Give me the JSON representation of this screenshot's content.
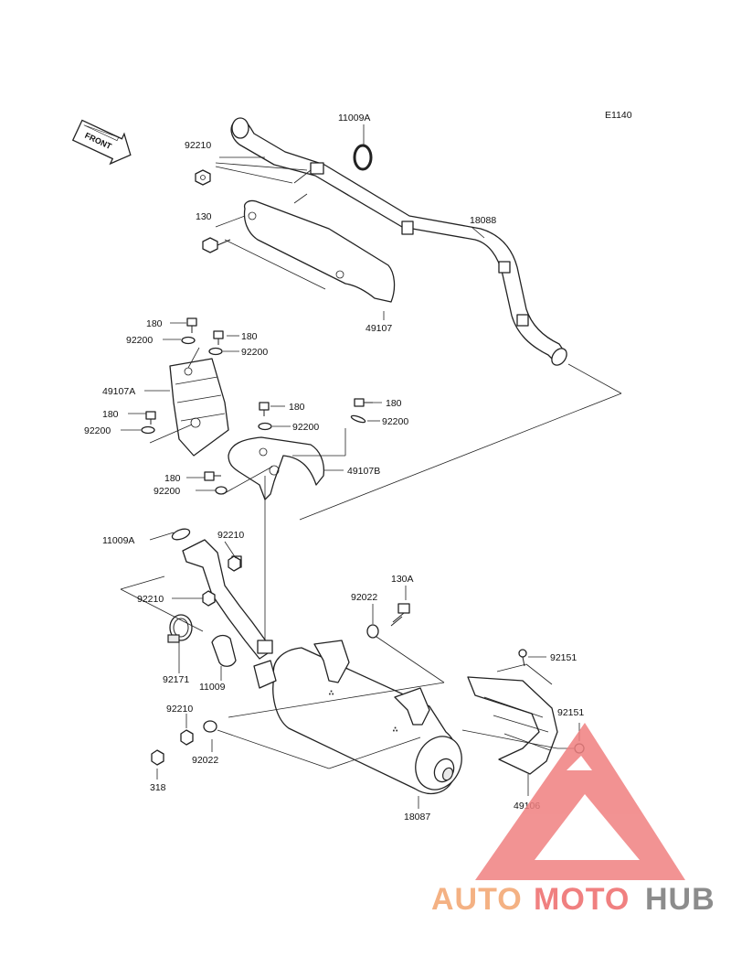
{
  "diagram": {
    "code": "E1140",
    "front_label": "FRONT",
    "labels": {
      "p11009A_top": "11009A",
      "p92210_top": "92210",
      "p130": "130",
      "p18088": "18088",
      "p49107": "49107",
      "p180_a": "180",
      "p92200_a": "92200",
      "p180_b": "180",
      "p92200_b": "92200",
      "p49107A": "49107A",
      "p180_c": "180",
      "p92200_c": "92200",
      "p180_d": "180",
      "p92200_d": "92200",
      "p180_e": "180",
      "p92200_e": "92200",
      "p180_f": "180",
      "p92200_f": "92200",
      "p49107B": "49107B",
      "p11009A_mid": "11009A",
      "p92210_mid": "92210",
      "p92210_left": "92210",
      "p130A": "130A",
      "p92022_top": "92022",
      "p92151_top": "92151",
      "p92171": "92171",
      "p11009": "11009",
      "p92210_low": "92210",
      "p92022_low": "92022",
      "p92151_right": "92151",
      "p318": "318",
      "p18087": "18087",
      "p49106": "49106"
    }
  },
  "watermark": {
    "part1": "AUTO",
    "part2": "MOTO",
    "part3": "HUB",
    "color_orange": "#f4b183",
    "color_red": "#f08080",
    "color_grey": "#8c8c8c"
  }
}
